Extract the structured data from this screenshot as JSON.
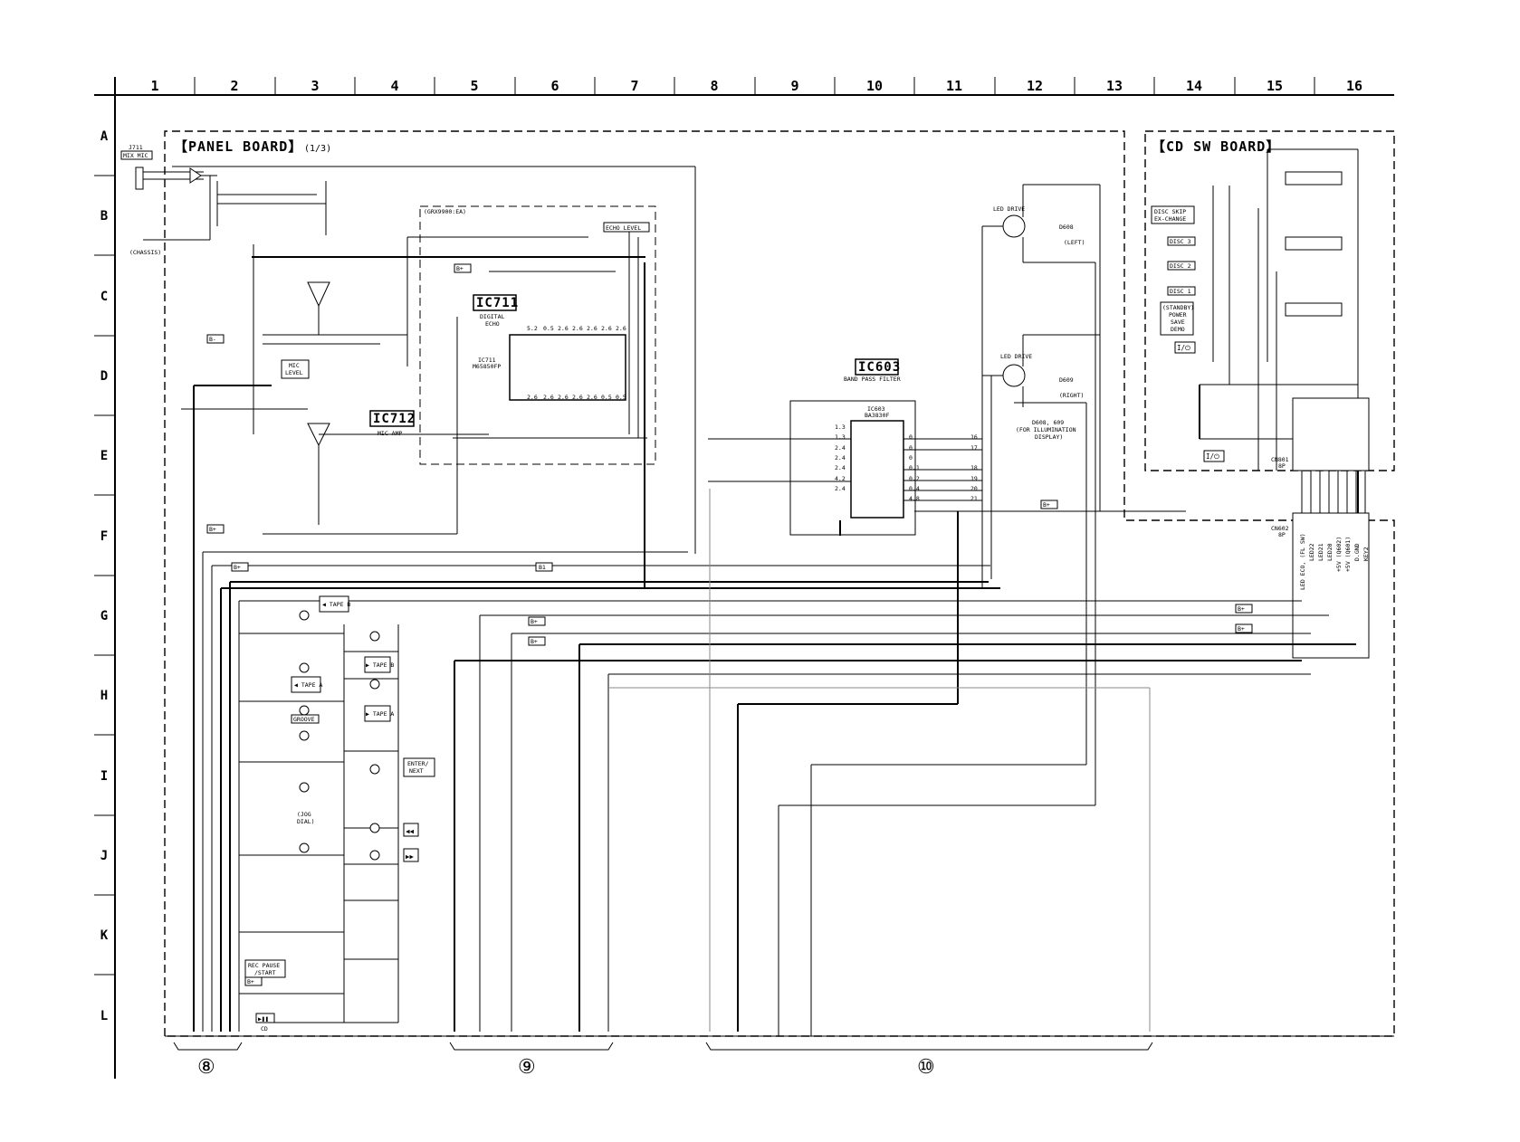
{
  "grid": {
    "columns": [
      "1",
      "2",
      "3",
      "4",
      "5",
      "6",
      "7",
      "8",
      "9",
      "10",
      "11",
      "12",
      "13",
      "14",
      "15",
      "16"
    ],
    "rows": [
      "A",
      "B",
      "C",
      "D",
      "E",
      "F",
      "G",
      "H",
      "I",
      "J",
      "K",
      "L"
    ]
  },
  "boards": {
    "panel": {
      "title": "【PANEL BOARD】",
      "subtitle": "(1/3)"
    },
    "cdsw": {
      "title": "【CD SW BOARD】"
    }
  },
  "ics": {
    "ic711": {
      "label": "IC711",
      "desc1": "DIGITAL",
      "desc2": "ECHO",
      "part": "IC711",
      "part2": "M65850FP"
    },
    "ic712": {
      "label": "IC712",
      "desc": "MIC AMP"
    },
    "ic603": {
      "label": "IC603",
      "desc": "BAND PASS FILTER",
      "part": "IC603",
      "part2": "BA3830F"
    }
  },
  "labels": {
    "mix_mic": "MIX MIC",
    "j711": "J711",
    "chassis": "(CHASSIS)",
    "grx9900": "(GRX9900:EA)",
    "echo_level": "ECHO LEVEL",
    "mic_level1": "MIC",
    "mic_level2": "LEVEL",
    "led_drive_l": "LED DRIVE",
    "led_drive_r": "LED DRIVE",
    "q608": "D608",
    "q609": "D609",
    "left": "(LEFT)",
    "right": "(RIGHT)",
    "illum1": "D608, 609",
    "illum2": "(FOR ILLUMINATION",
    "illum3": "DISPLAY)",
    "disc_skip": "DISC SKIP",
    "ex_change": "EX-CHANGE",
    "disc3": "DISC 3",
    "disc2": "DISC 2",
    "disc1": "DISC 1",
    "standby1": "(STANDBY)",
    "standby2": "POWER",
    "standby3": "SAVE",
    "standby4": "DEMO",
    "power_sym": "I/⏻",
    "tape_b": "◀ TAPE B",
    "tape_b2": "▶ TAPE B",
    "tape_a": "◀ TAPE A",
    "tape_a2": "▶ TAPE A",
    "groove": "GROOVE",
    "enter1": "ENTER/",
    "enter2": "NEXT",
    "jog1": "(JOG",
    "jog2": "DIAL)",
    "rec1": "REC PAUSE",
    "rec2": "/START",
    "play_cd": "CD",
    "cn801": "CN801",
    "cn602": "CN602",
    "bp": "8P",
    "b_plus": "B+",
    "b_minus": "B-",
    "b1": "B1"
  },
  "cn_pins": [
    "LED ECO, (FL SW)",
    "LED22",
    "LED21",
    "LED20",
    "+5V (Q602)",
    "+5V (Q601)",
    "D.GND",
    "KEY2"
  ],
  "bus_numbers": [
    "⑧",
    "⑨",
    "⑩"
  ],
  "ic711_pins_top": [
    "5.2",
    "0.5",
    "2.6",
    "2.6",
    "2.6",
    "2.6",
    "2.6"
  ],
  "ic711_pins_bot": [
    "2.6",
    "2.6",
    "2.6",
    "2.6",
    "2.6",
    "0.5",
    "0.5"
  ],
  "ic603_left_volts": [
    "1.3",
    "1.3",
    "2.4",
    "2.4",
    "2.4",
    "4.2",
    "2.4"
  ],
  "ic603_right_volts": [
    "0",
    "0",
    "0",
    "0.1",
    "0.2",
    "0.4",
    "4.8"
  ],
  "ic603_right_nums": [
    "16",
    "17",
    "18",
    "19",
    "20",
    "21"
  ],
  "colors": {
    "ink": "#000000",
    "paper": "#ffffff",
    "grey": "#888888"
  }
}
